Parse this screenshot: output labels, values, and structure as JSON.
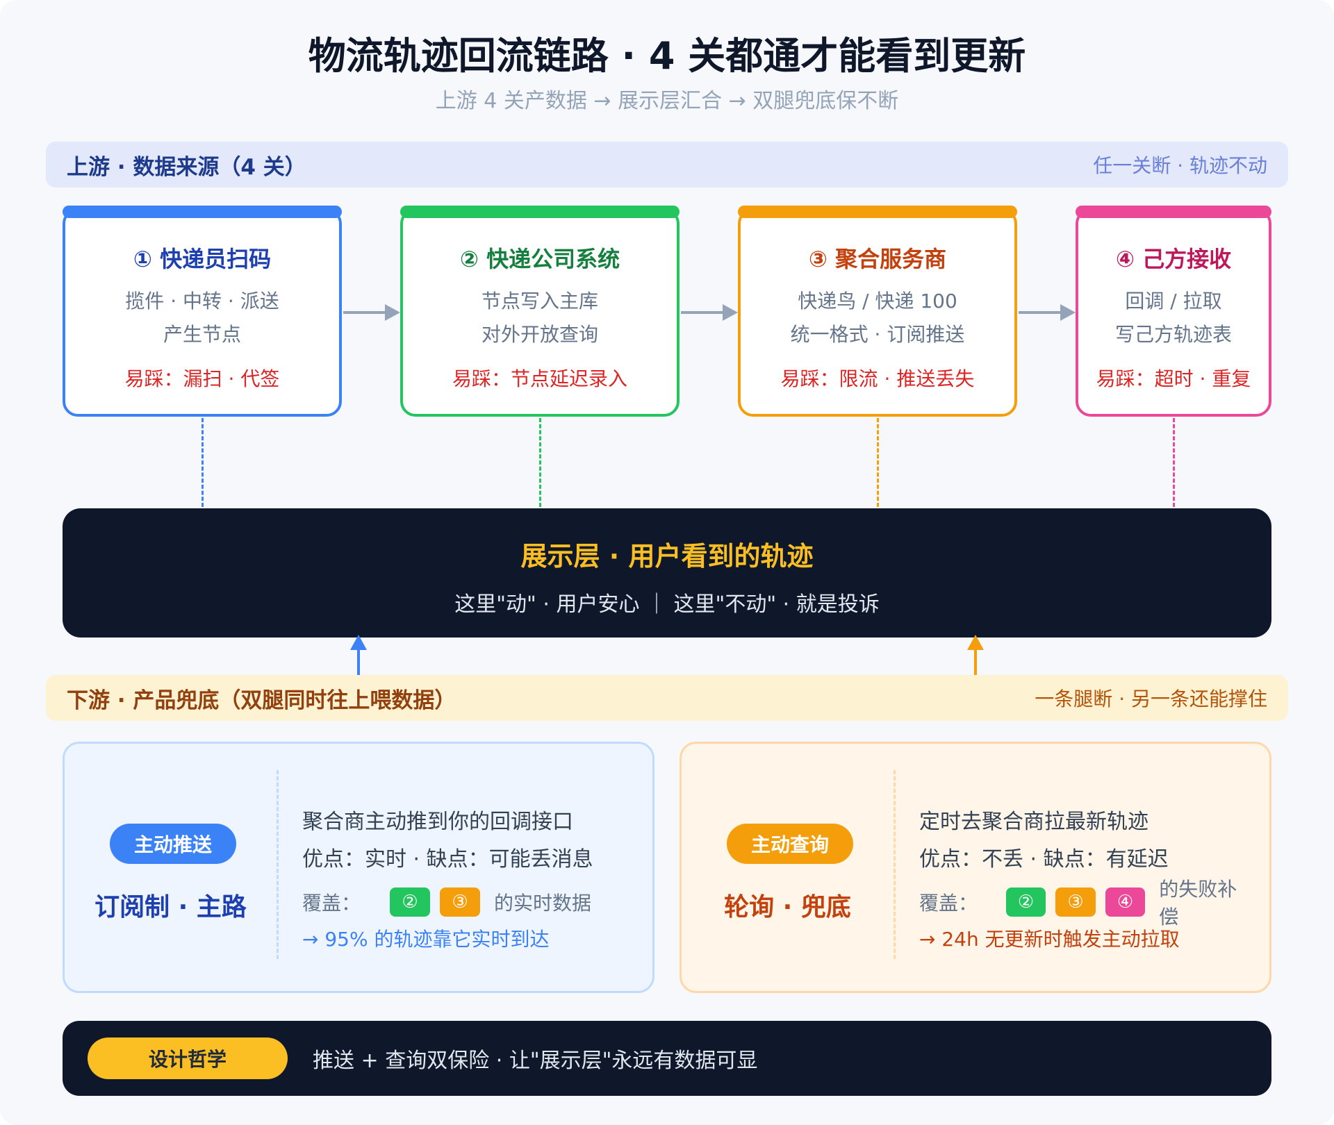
{
  "title": "物流轨迹回流链路 · 4 关都通才能看到更新",
  "subtitle": "上游 4 关产数据 → 展示层汇合 → 双腿兜底保不断",
  "upstream": {
    "title": "上游 · 数据来源（4 关）",
    "note": "任一关断 · 轨迹不动"
  },
  "stages": [
    {
      "title": "① 快递员扫码",
      "lines": [
        "揽件 · 中转 · 派送",
        "产生节点"
      ],
      "risk": "易踩：漏扫 · 代签",
      "color": "#3b82f6",
      "title_color": "#1e40af"
    },
    {
      "title": "② 快递公司系统",
      "lines": [
        "节点写入主库",
        "对外开放查询"
      ],
      "risk": "易踩：节点延迟录入",
      "color": "#22c55e",
      "title_color": "#15803d"
    },
    {
      "title": "③ 聚合服务商",
      "lines": [
        "快递鸟 / 快递 100",
        "统一格式 · 订阅推送"
      ],
      "risk": "易踩：限流 · 推送丢失",
      "color": "#f59e0b",
      "title_color": "#c2410c"
    },
    {
      "title": "④ 己方接收",
      "lines": [
        "回调 / 拉取",
        "写己方轨迹表"
      ],
      "risk": "易踩：超时 · 重复",
      "color": "#ec4899",
      "title_color": "#be185d"
    }
  ],
  "display": {
    "title": "展示层 · 用户看到的轨迹",
    "sub": "这里\"动\" · 用户安心 ｜ 这里\"不动\" · 就是投诉"
  },
  "downstream": {
    "title": "下游 · 产品兜底（双腿同时往上喂数据）",
    "note": "一条腿断 · 另一条还能撑住"
  },
  "push": {
    "pill": "主动推送",
    "name": "订阅制 · 主路",
    "desc": [
      "聚合商主动推到你的回调接口",
      "优点：实时 · 缺点：可能丢消息"
    ],
    "cover_label": "覆盖：",
    "chips": [
      "②",
      "③"
    ],
    "cover_tail": "的实时数据",
    "note": "→ 95% 的轨迹靠它实时到达"
  },
  "poll": {
    "pill": "主动查询",
    "name": "轮询 · 兜底",
    "desc": [
      "定时去聚合商拉最新轨迹",
      "优点：不丢 · 缺点：有延迟"
    ],
    "cover_label": "覆盖：",
    "chips": [
      "②",
      "③",
      "④"
    ],
    "cover_tail": "的失败补偿",
    "note": "→ 24h 无更新时触发主动拉取"
  },
  "philosophy": {
    "pill": "设计哲学",
    "text": "推送 + 查询双保险 · 让\"展示层\"永远有数据可显"
  },
  "colors": {
    "blue": "#3b82f6",
    "green": "#22c55e",
    "orange": "#f59e0b",
    "pink": "#ec4899",
    "dark": "#0f172a",
    "accent": "#fbbf24"
  }
}
